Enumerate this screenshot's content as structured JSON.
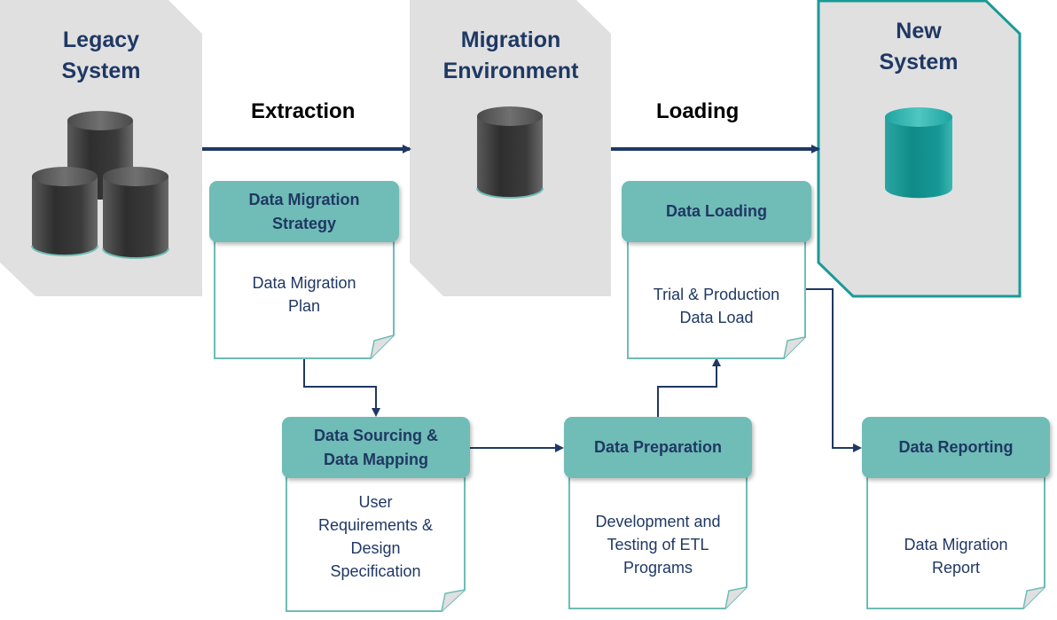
{
  "stages": {
    "legacy": {
      "title_line1": "Legacy",
      "title_line2": "System"
    },
    "migration": {
      "title_line1": "Migration",
      "title_line2": "Environment"
    },
    "new": {
      "title_line1": "New",
      "title_line2": "System"
    }
  },
  "flows": {
    "extraction": "Extraction",
    "loading": "Loading"
  },
  "boxes": {
    "strategy": {
      "head_line1": "Data Migration",
      "head_line2": "Strategy",
      "body_line1": "Data Migration",
      "body_line2": "Plan"
    },
    "sourcing": {
      "head_line1": "Data Sourcing &",
      "head_line2": "Data Mapping",
      "body_line1": "User",
      "body_line2": "Requirements &",
      "body_line3": "Design",
      "body_line4": "Specification"
    },
    "preparation": {
      "head": "Data Preparation",
      "body_line1": "Development and",
      "body_line2": "Testing of ETL",
      "body_line3": "Programs"
    },
    "loading": {
      "head": "Data Loading",
      "body_line1": "Trial & Production",
      "body_line2": "Data Load"
    },
    "reporting": {
      "head": "Data Reporting",
      "body_line1": "Data Migration",
      "body_line2": "Report"
    }
  },
  "colors": {
    "teal": "#6fbcb6",
    "navy": "#1f3864",
    "panel": "#e0e0e0",
    "dbDark": "#3c3c3c",
    "dbTeal": "#1a9a98"
  },
  "icons": [
    "database-icon"
  ]
}
